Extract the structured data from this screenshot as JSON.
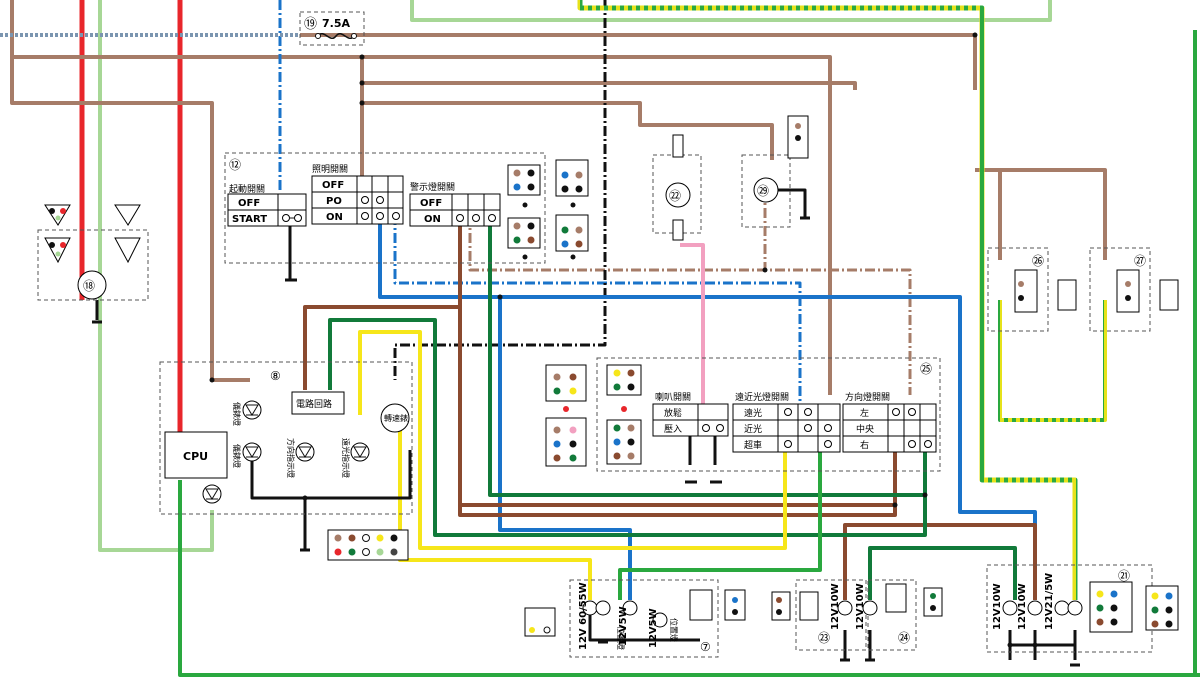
{
  "fuse": {
    "num": "⑲",
    "rating": "7.5A"
  },
  "start_switch": {
    "num": "⑫",
    "title": "起動開關",
    "rows": [
      "OFF",
      "START"
    ]
  },
  "light_switch": {
    "title": "照明開關",
    "rows": [
      "OFF",
      "PO",
      "ON"
    ]
  },
  "hazard_switch": {
    "title": "警示燈開關",
    "rows": [
      "OFF",
      "ON"
    ]
  },
  "meter": {
    "num": "⑧",
    "cpu": "CPU",
    "relay": "電路回路",
    "tach": "轉速錶",
    "lamps": [
      "儀錶燈",
      "儀錶燈",
      "方向指示燈",
      "遠光指示燈"
    ]
  },
  "handlebar": {
    "num": "㉕",
    "horn": {
      "title": "喇叭開關",
      "rows": [
        "放鬆",
        "壓入"
      ]
    },
    "dimmer": {
      "title": "遠近光燈開關",
      "rows": [
        "遠光",
        "近光",
        "超車"
      ]
    },
    "turn": {
      "title": "方向燈開關",
      "rows": [
        "左",
        "中央",
        "右"
      ]
    }
  },
  "components": {
    "c18": "⑱",
    "c22": "㉒",
    "c23": "㉓",
    "c24": "㉔",
    "c26": "㉖",
    "c27": "㉗",
    "c29": "㉙",
    "c21": "㉑",
    "c7": "⑦"
  },
  "headlight": {
    "spec1": "12V 60/55W",
    "spec2": "12V5W",
    "spec3": "12V5W",
    "pos1": "位置燈",
    "pos2": "位置燈"
  },
  "front_turn": {
    "spec1": "12V10W",
    "spec2": "12V10W"
  },
  "tail": {
    "spec1": "12V10W",
    "spec2": "12V10W",
    "spec3": "12V21/5W"
  },
  "colors": {
    "red": "#e8262b",
    "brown": "#a67c68",
    "darkbrown": "#8a4a2f",
    "blue": "#1a73c9",
    "lightgreen": "#a7d796",
    "green": "#2aa83f",
    "darkgreen": "#117a3a",
    "yellow": "#f6e61a",
    "pink": "#f2a0c0",
    "black": "#111111"
  },
  "icons": [
    "fuse-icon",
    "ground-icon",
    "bulb-icon",
    "indicator-lamp-icon",
    "switch-contact-icon",
    "connector-icon"
  ]
}
